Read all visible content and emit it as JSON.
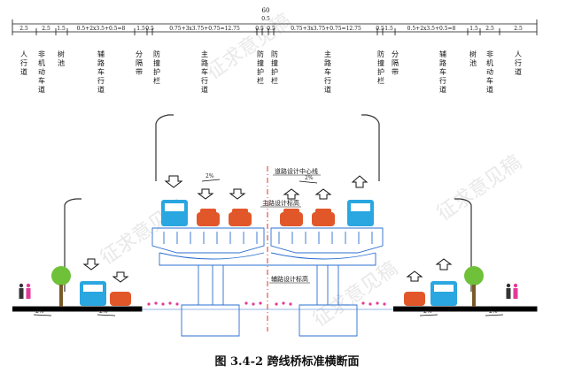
{
  "dimensions": {
    "total": "60",
    "segments": [
      "2.5",
      "2.5",
      "1.5",
      "0.5+2x3.5+0.5=8",
      "1.5",
      "0.5",
      "0.75+3x3.75+0.75=12.75",
      "0.5",
      "0.5",
      "0.75+3x3.75+0.75=12.75",
      "0.5",
      "1.5",
      "0.5+2x3.5+0.5=8",
      "1.5",
      "2.5",
      "2.5"
    ],
    "center_label": "0.5"
  },
  "zones_left": [
    {
      "id": "sidewalk",
      "label": "人行道"
    },
    {
      "id": "nonmotor",
      "label": "非机动车道"
    },
    {
      "id": "tree",
      "label": "树池"
    },
    {
      "id": "aux",
      "label": "辅路车行道"
    },
    {
      "id": "divider",
      "label": "分隔带"
    },
    {
      "id": "barrier",
      "label": "防撞护栏"
    },
    {
      "id": "main",
      "label": "主路车行道"
    },
    {
      "id": "barrier2",
      "label": "防撞护栏"
    }
  ],
  "zones_right": [
    {
      "id": "barrier2",
      "label": "防撞护栏"
    },
    {
      "id": "main",
      "label": "主路车行道"
    },
    {
      "id": "barrier",
      "label": "防撞护栏"
    },
    {
      "id": "divider",
      "label": "分隔带"
    },
    {
      "id": "aux",
      "label": "辅路车行道"
    },
    {
      "id": "tree",
      "label": "树池"
    },
    {
      "id": "nonmotor",
      "label": "非机动车道"
    },
    {
      "id": "sidewalk",
      "label": "人行道"
    }
  ],
  "annotations": {
    "road_center": "道路设计中心线",
    "main_elevation": "主路设计标高",
    "aux_elevation": "辅路设计标高",
    "slope": "2%"
  },
  "caption": "图 3.4-2  跨线桥标准横断面",
  "watermark": "征求意见稿",
  "colors": {
    "bus": "#2aa6e0",
    "car": "#e2572a",
    "line": "#111111",
    "tree": "#6fc13a",
    "flowers": "#e23a9a"
  }
}
